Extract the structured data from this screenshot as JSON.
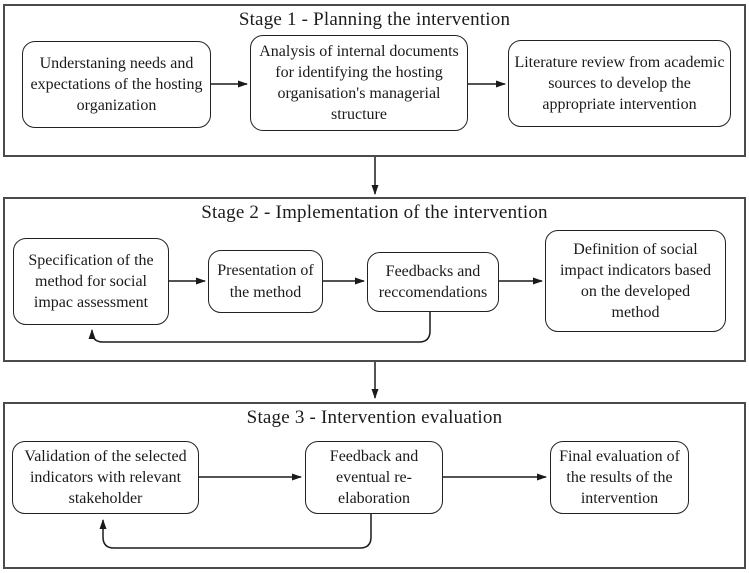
{
  "diagram": {
    "stages": [
      {
        "title": "Stage 1 - Planning the intervention",
        "boxes": [
          {
            "label": "Understaning needs and expectations of the hosting organization"
          },
          {
            "label": "Analysis of internal documents for identifying the hosting organisation's managerial structure"
          },
          {
            "label": "Literature review from academic sources to develop the appropriate intervention"
          }
        ]
      },
      {
        "title": "Stage 2 - Implementation of the intervention",
        "boxes": [
          {
            "label": "Specification of the method for social impac assessment"
          },
          {
            "label": "Presentation of the method"
          },
          {
            "label": "Feedbacks and reccomendations"
          },
          {
            "label": "Definition of social impact indicators based on the developed method"
          }
        ]
      },
      {
        "title": "Stage 3 - Intervention evaluation",
        "boxes": [
          {
            "label": "Validation of the selected indicators with relevant stakeholder"
          },
          {
            "label": "Feedback and eventual re-elaboration"
          },
          {
            "label": "Final evaluation of the results of the intervention"
          }
        ]
      }
    ],
    "colors": {
      "line": "#1a1a1a",
      "frame_border": "#4b4b4b",
      "box_background": "#ffffff"
    }
  }
}
